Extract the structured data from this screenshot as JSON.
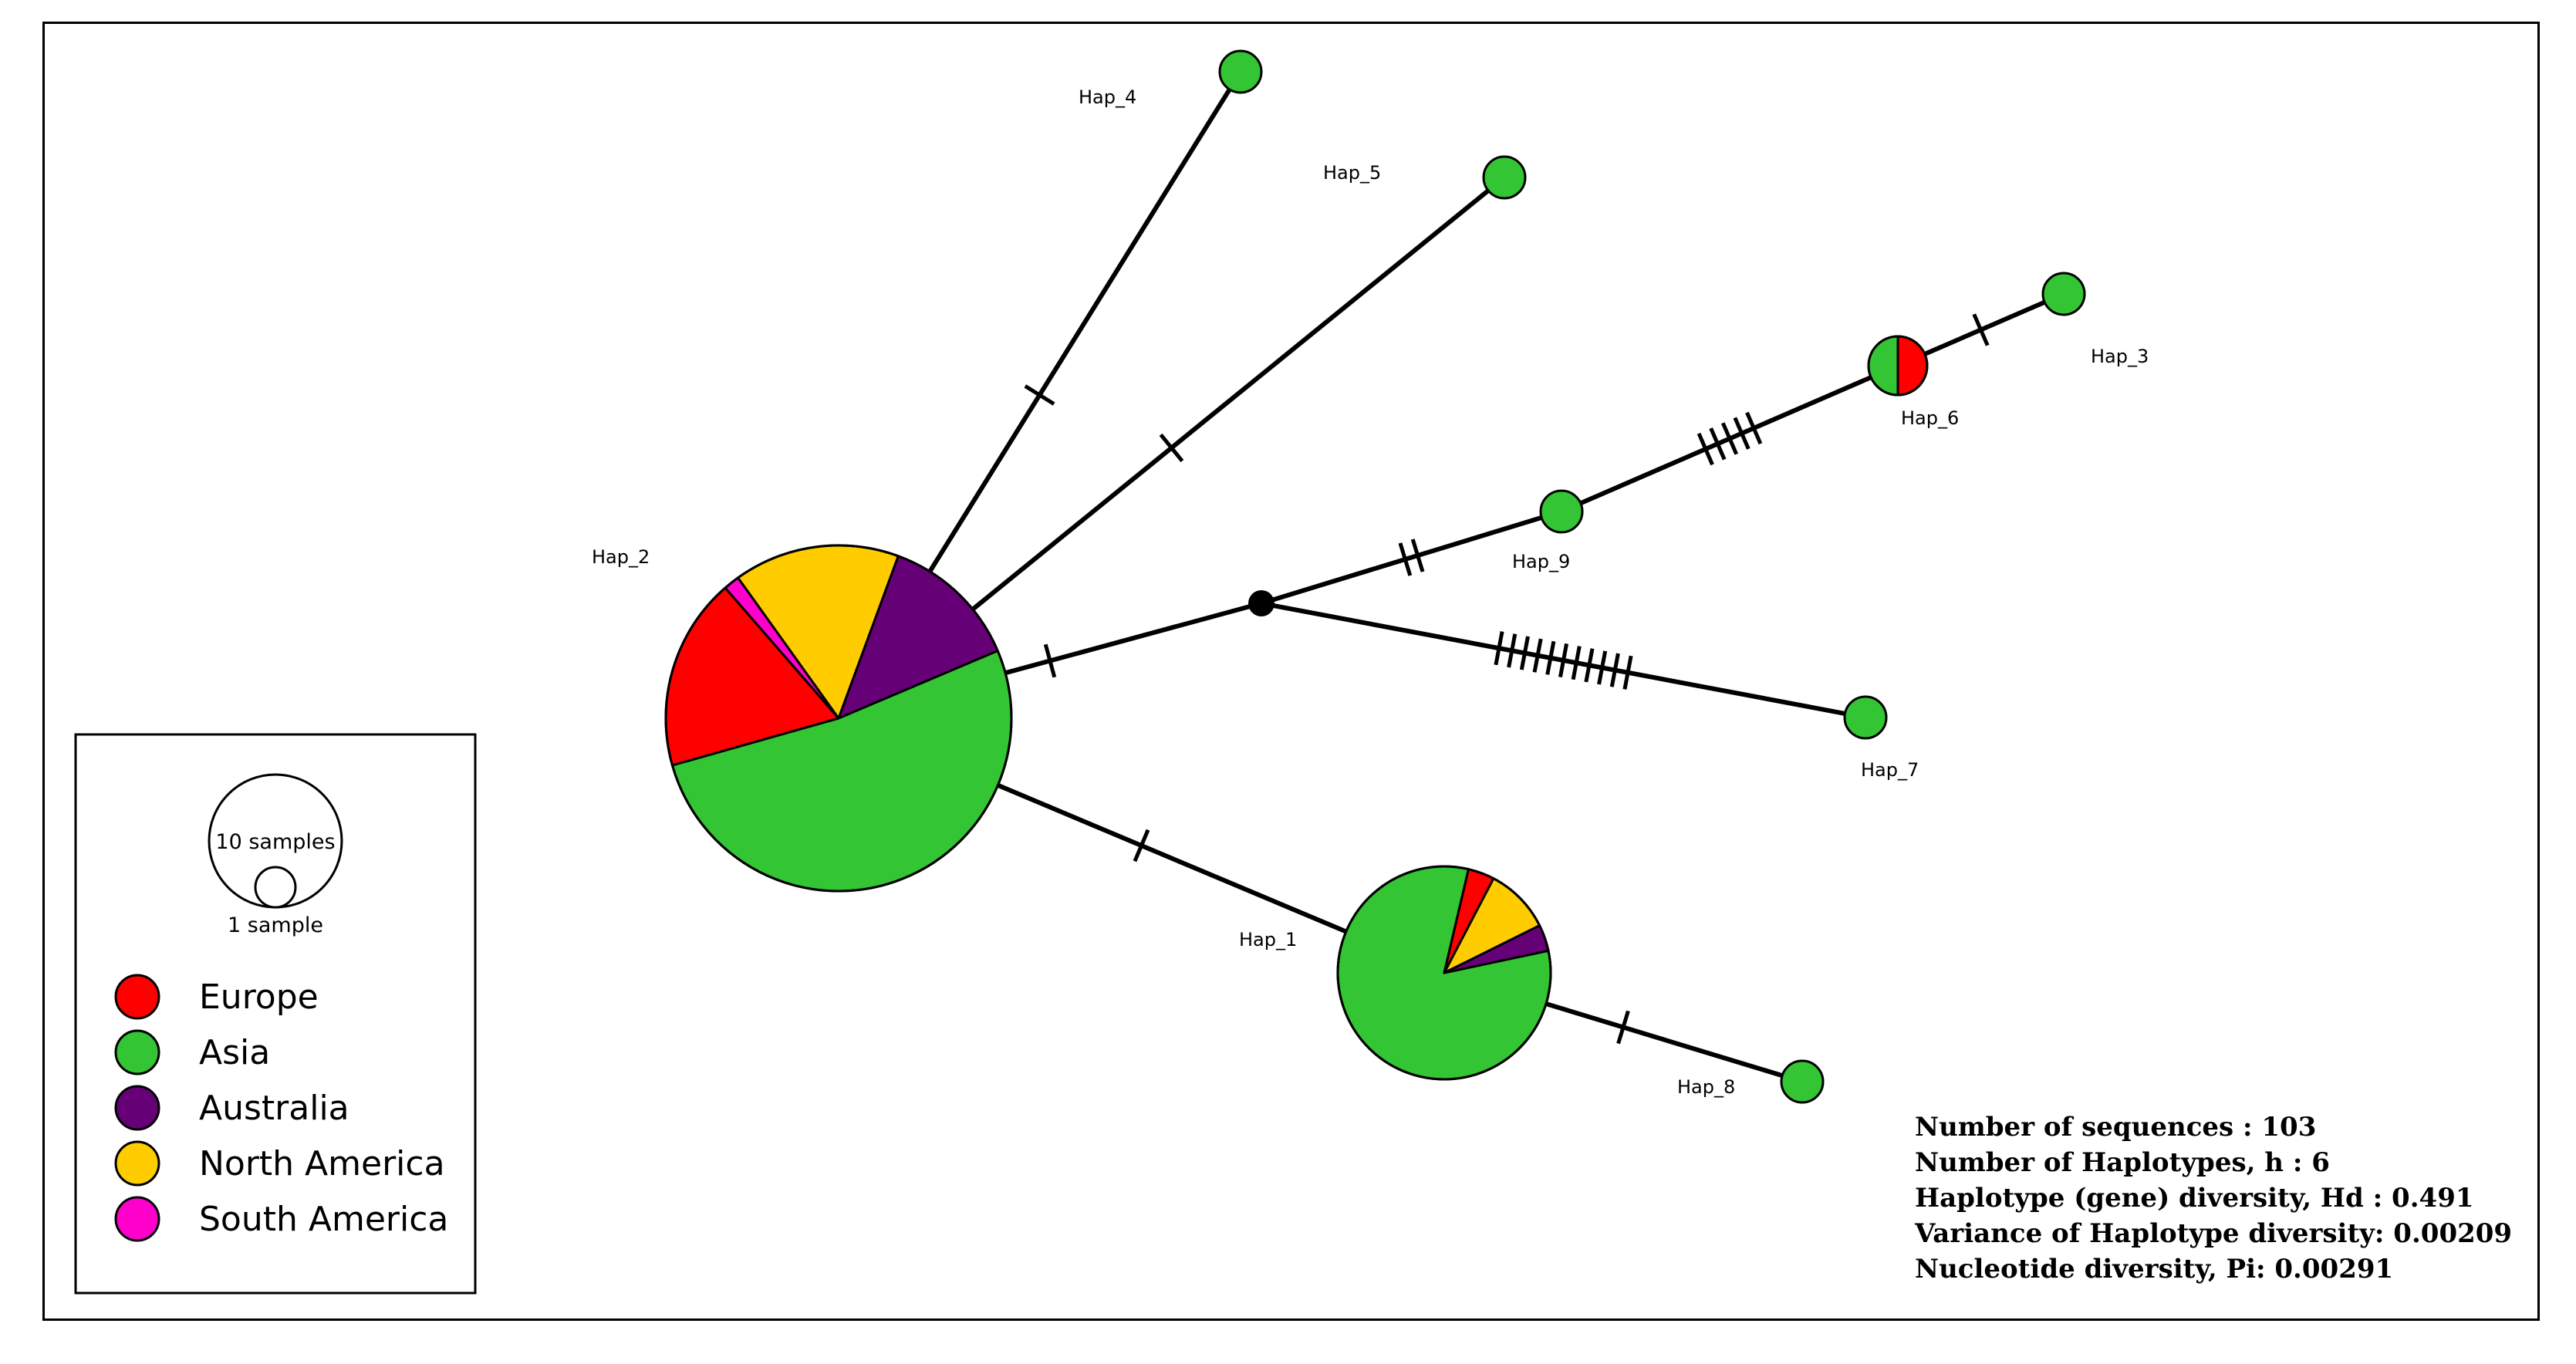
{
  "colors": {
    "Europe": "#ff0000",
    "Asia": "#33c533",
    "Australia": "#660077",
    "North America": "#ffcc00",
    "South America": "#ff00cc",
    "median_vector": "#000000"
  },
  "haplotypes": [
    {
      "id": "hap1",
      "label": "Hap_1",
      "composition": [
        {
          "region": "Asia",
          "fraction": 0.82
        },
        {
          "region": "Europe",
          "fraction": 0.04
        },
        {
          "region": "North America",
          "fraction": 0.1
        },
        {
          "region": "Australia",
          "fraction": 0.04
        }
      ]
    },
    {
      "id": "hap2",
      "label": "Hap_2",
      "composition": [
        {
          "region": "Asia",
          "fraction": 0.52
        },
        {
          "region": "Europe",
          "fraction": 0.18
        },
        {
          "region": "South America",
          "fraction": 0.015
        },
        {
          "region": "North America",
          "fraction": 0.155
        },
        {
          "region": "Australia",
          "fraction": 0.13
        }
      ]
    },
    {
      "id": "hap3",
      "label": "Hap_3",
      "composition": [
        {
          "region": "Asia",
          "fraction": 1.0
        }
      ]
    },
    {
      "id": "hap4",
      "label": "Hap_4",
      "composition": [
        {
          "region": "Asia",
          "fraction": 1.0
        }
      ]
    },
    {
      "id": "hap5",
      "label": "Hap_5",
      "composition": [
        {
          "region": "Asia",
          "fraction": 1.0
        }
      ]
    },
    {
      "id": "hap6",
      "label": "Hap_6",
      "composition": [
        {
          "region": "Europe",
          "fraction": 0.5
        },
        {
          "region": "Asia",
          "fraction": 0.5
        }
      ]
    },
    {
      "id": "hap7",
      "label": "Hap_7",
      "composition": [
        {
          "region": "Asia",
          "fraction": 1.0
        }
      ]
    },
    {
      "id": "hap8",
      "label": "Hap_8",
      "composition": [
        {
          "region": "Asia",
          "fraction": 1.0
        }
      ]
    },
    {
      "id": "hap9",
      "label": "Hap_9",
      "composition": [
        {
          "region": "Asia",
          "fraction": 1.0
        }
      ]
    }
  ],
  "edges": [
    {
      "from": "hap2",
      "to": "hap4",
      "mutations": 1
    },
    {
      "from": "hap2",
      "to": "hap5",
      "mutations": 1
    },
    {
      "from": "hap2",
      "to": "median",
      "mutations": 1
    },
    {
      "from": "median",
      "to": "hap9",
      "mutations": 2
    },
    {
      "from": "hap9",
      "to": "hap6",
      "mutations": 5
    },
    {
      "from": "hap6",
      "to": "hap3",
      "mutations": 1
    },
    {
      "from": "median",
      "to": "hap7",
      "mutations": 11
    },
    {
      "from": "hap2",
      "to": "hap1",
      "mutations": 1
    },
    {
      "from": "hap1",
      "to": "hap8",
      "mutations": 1
    }
  ],
  "legend": {
    "size_large": "10 samples",
    "size_small": "1 sample",
    "regions": [
      "Europe",
      "Asia",
      "Australia",
      "North America",
      "South America"
    ]
  },
  "stats": [
    "Number of sequences : 103",
    "Number of Haplotypes, h : 6",
    "Haplotype (gene) diversity, Hd : 0.491",
    "Variance of Haplotype diversity: 0.00209",
    "Nucleotide diversity, Pi: 0.00291"
  ]
}
